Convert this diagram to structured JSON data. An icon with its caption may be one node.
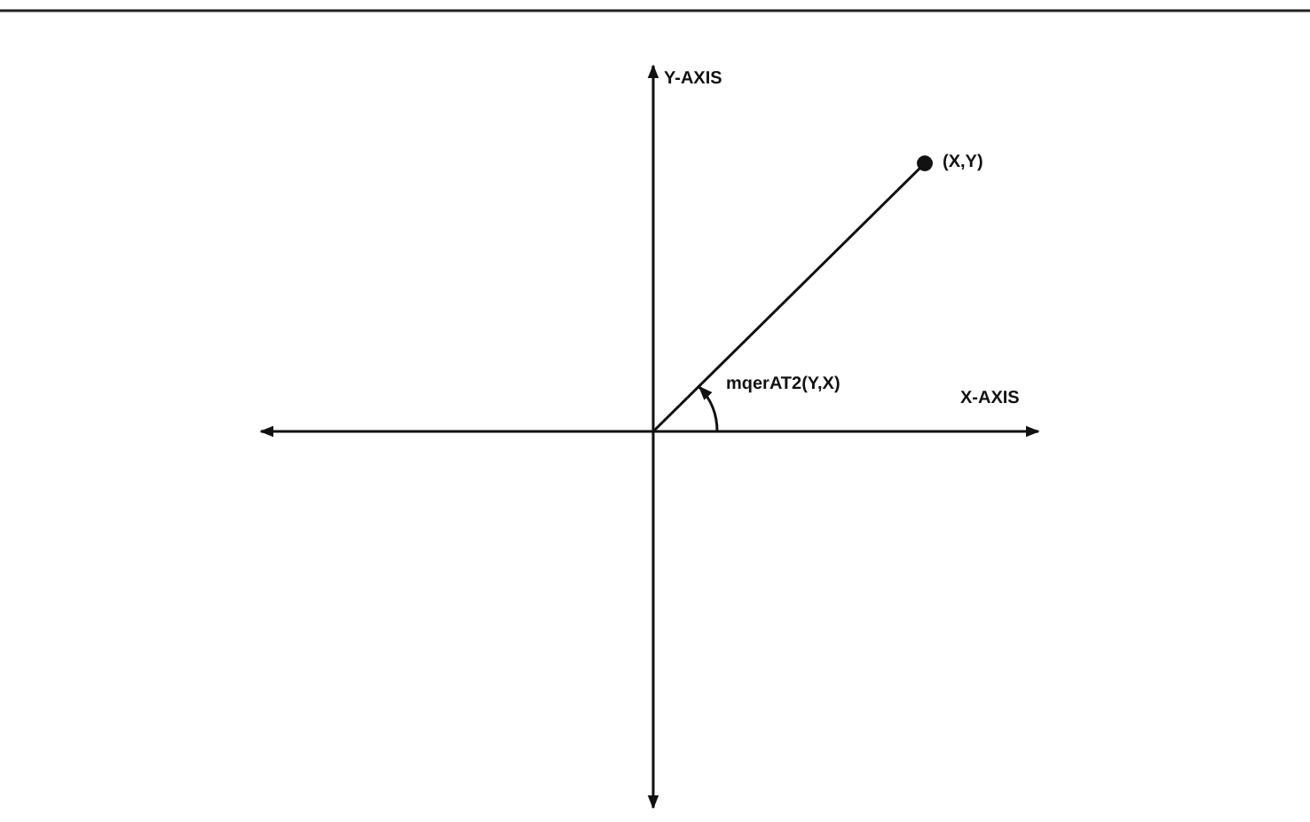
{
  "diagram": {
    "labels": [
      "Y-AXIS",
      "(X,Y)",
      "mqerAT2(Y,X)",
      "X-AXIS"
    ]
  }
}
